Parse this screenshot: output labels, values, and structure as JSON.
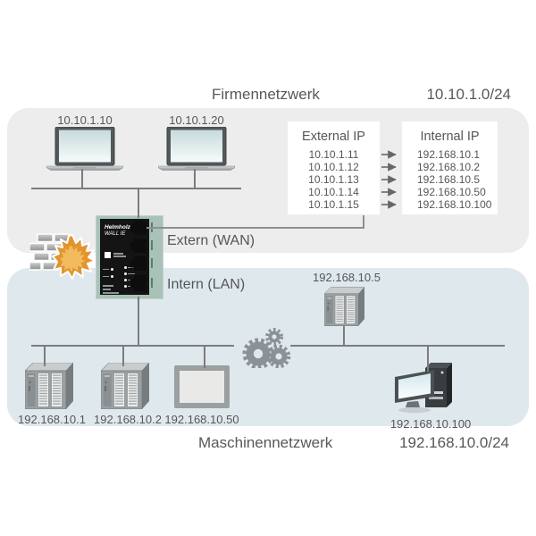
{
  "header": {
    "network_label": "Firmennetzwerk",
    "subnet": "10.10.1.0/24"
  },
  "footer": {
    "network_label": "Maschinennetzwerk",
    "subnet": "192.168.10.0/24"
  },
  "zones": {
    "wan": "Extern (WAN)",
    "lan": "Intern (LAN)"
  },
  "firewall": {
    "brand": "Helmholz",
    "model": "WALL IE"
  },
  "company_network": {
    "laptops": [
      {
        "ip": "10.10.1.10"
      },
      {
        "ip": "10.10.1.20"
      }
    ]
  },
  "nat_table": {
    "external_header": "External IP",
    "internal_header": "Internal IP",
    "mappings": [
      {
        "external": "10.10.1.11",
        "internal": "192.168.10.1"
      },
      {
        "external": "10.10.1.12",
        "internal": "192.168.10.2"
      },
      {
        "external": "10.10.1.13",
        "internal": "192.168.10.5"
      },
      {
        "external": "10.10.1.14",
        "internal": "192.168.10.50"
      },
      {
        "external": "10.10.1.15",
        "internal": "192.168.10.100"
      }
    ]
  },
  "machine_network": {
    "plc_uplink": {
      "ip": "192.168.10.5"
    },
    "devices": [
      {
        "kind": "plc",
        "ip": "192.168.10.1"
      },
      {
        "kind": "plc",
        "ip": "192.168.10.2"
      },
      {
        "kind": "hmi-panel",
        "ip": "192.168.10.50"
      },
      {
        "kind": "pc",
        "ip": "192.168.10.100"
      }
    ]
  },
  "colors": {
    "company_zone_bg": "#ededed",
    "machine_zone_bg": "#dfe9ed",
    "line_gray": "#7c7c7c",
    "text_gray": "#57585a",
    "device_teal": "#a9c2b8",
    "flame_orange": "#e2952e"
  }
}
